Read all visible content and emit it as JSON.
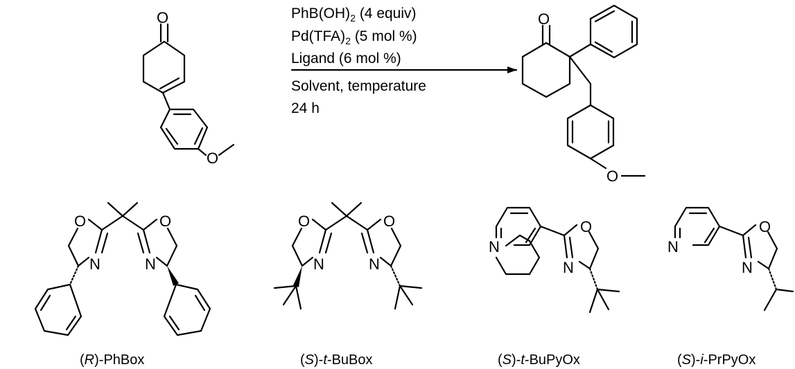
{
  "reaction": {
    "conditions": [
      {
        "main": "PhB(OH)",
        "sub": "2",
        "rest": " (4 equiv)"
      },
      {
        "main": "Pd(TFA)",
        "sub": "2",
        "rest": " (5 mol %)"
      },
      {
        "main": "Ligand (6 mol %)",
        "sub": "",
        "rest": ""
      }
    ],
    "below_arrow": [
      "Solvent, temperature",
      "24 h"
    ]
  },
  "atoms": {
    "oxygen": "O",
    "nitrogen": "N"
  },
  "ligands": [
    {
      "pre": "(",
      "stereo": "R",
      "mid": ")-",
      "italic": "",
      "post": "PhBox"
    },
    {
      "pre": "(",
      "stereo": "S",
      "mid": ")-",
      "italic": "t",
      "post": "-BuBox"
    },
    {
      "pre": "(",
      "stereo": "S",
      "mid": ")-",
      "italic": "t",
      "post": "-BuPyOx"
    },
    {
      "pre": "(",
      "stereo": "S",
      "mid": ")-",
      "italic": "i",
      "post": "-PrPyOx"
    }
  ]
}
